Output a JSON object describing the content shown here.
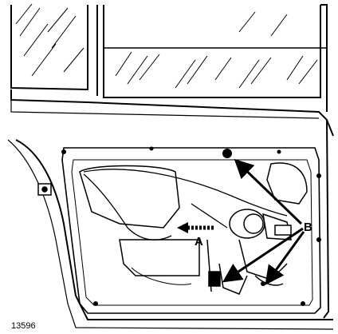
{
  "figure": {
    "label_a": "A",
    "label_b": "B",
    "ref_number": "13596"
  }
}
